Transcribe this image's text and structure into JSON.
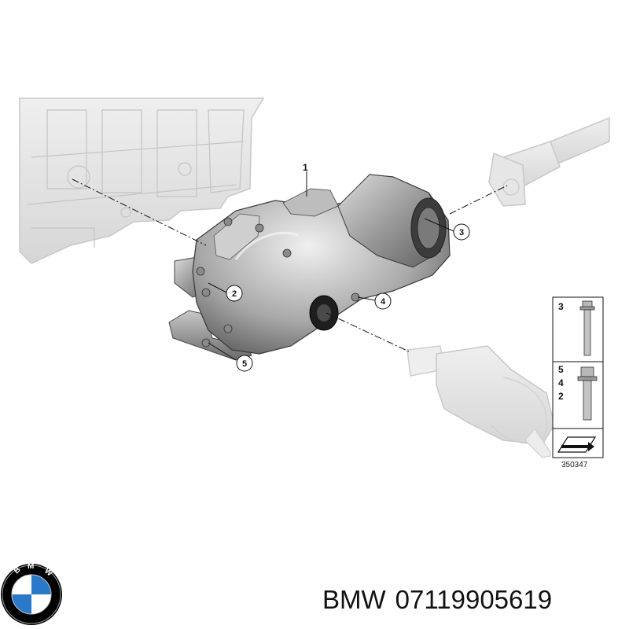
{
  "callouts": {
    "c1": "1",
    "c2": "2",
    "c3": "3",
    "c4": "4",
    "c5": "5"
  },
  "legend": {
    "row1": {
      "number": "3",
      "icon": "long-bolt-icon"
    },
    "row2": {
      "numbers": [
        "5",
        "4",
        "2"
      ],
      "icon": "flange-bolt-icon"
    },
    "row3": {
      "icon": "torque-arrow-icon"
    }
  },
  "reference_number": "350347",
  "brand": {
    "name": "BMW",
    "part_number": "07119905619",
    "logo": "bmw-roundel-logo",
    "logo_colors": {
      "ring": "#000000",
      "blue": "#2a78c8",
      "white": "#ffffff"
    }
  }
}
